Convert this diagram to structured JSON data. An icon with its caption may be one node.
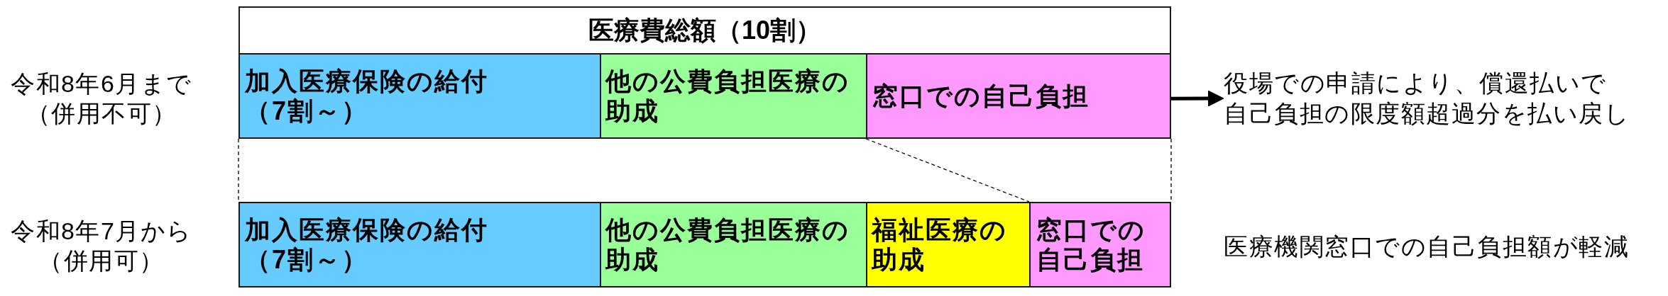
{
  "diagram": {
    "nodes": [
      {
        "text": [
          "医療費総額（10割）"
        ]
      },
      {
        "text": [
          "加入医療保険の給付（7割～）"
        ]
      },
      {
        "text": [
          "他の公費負担医療の助成"
        ]
      },
      {
        "text": [
          "窓口での自己負担"
        ]
      },
      {
        "text": [
          "役場での申請により、償還払いで自己負担の限度額超過分を払い戻し"
        ]
      },
      {
        "text": [
          "加入医療保険の給付（7割～）"
        ]
      },
      {
        "text": [
          "他の公費負担医療の助成"
        ]
      },
      {
        "text": [
          "福祉医療の助成"
        ]
      },
      {
        "text": [
          "窓口での自己負担"
        ]
      }
    ],
    "edges": [
      {
        "from": 3,
        "to": 4,
        "arrow": "to",
        "style": "thick"
      },
      {
        "from": 1,
        "to": 5,
        "arrow": "none",
        "style": "dashed"
      },
      {
        "from": 3,
        "to": 8,
        "arrow": "none",
        "style": "dashed"
      },
      {
        "from": 3,
        "to": 8,
        "arrow": "none",
        "style": "dashed"
      }
    ],
    "labels": [
      "令和8年6月まで（併用不可）",
      "令和8年7月から（併用可）",
      "医療機関窓口での自己負担額が軽減"
    ]
  }
}
